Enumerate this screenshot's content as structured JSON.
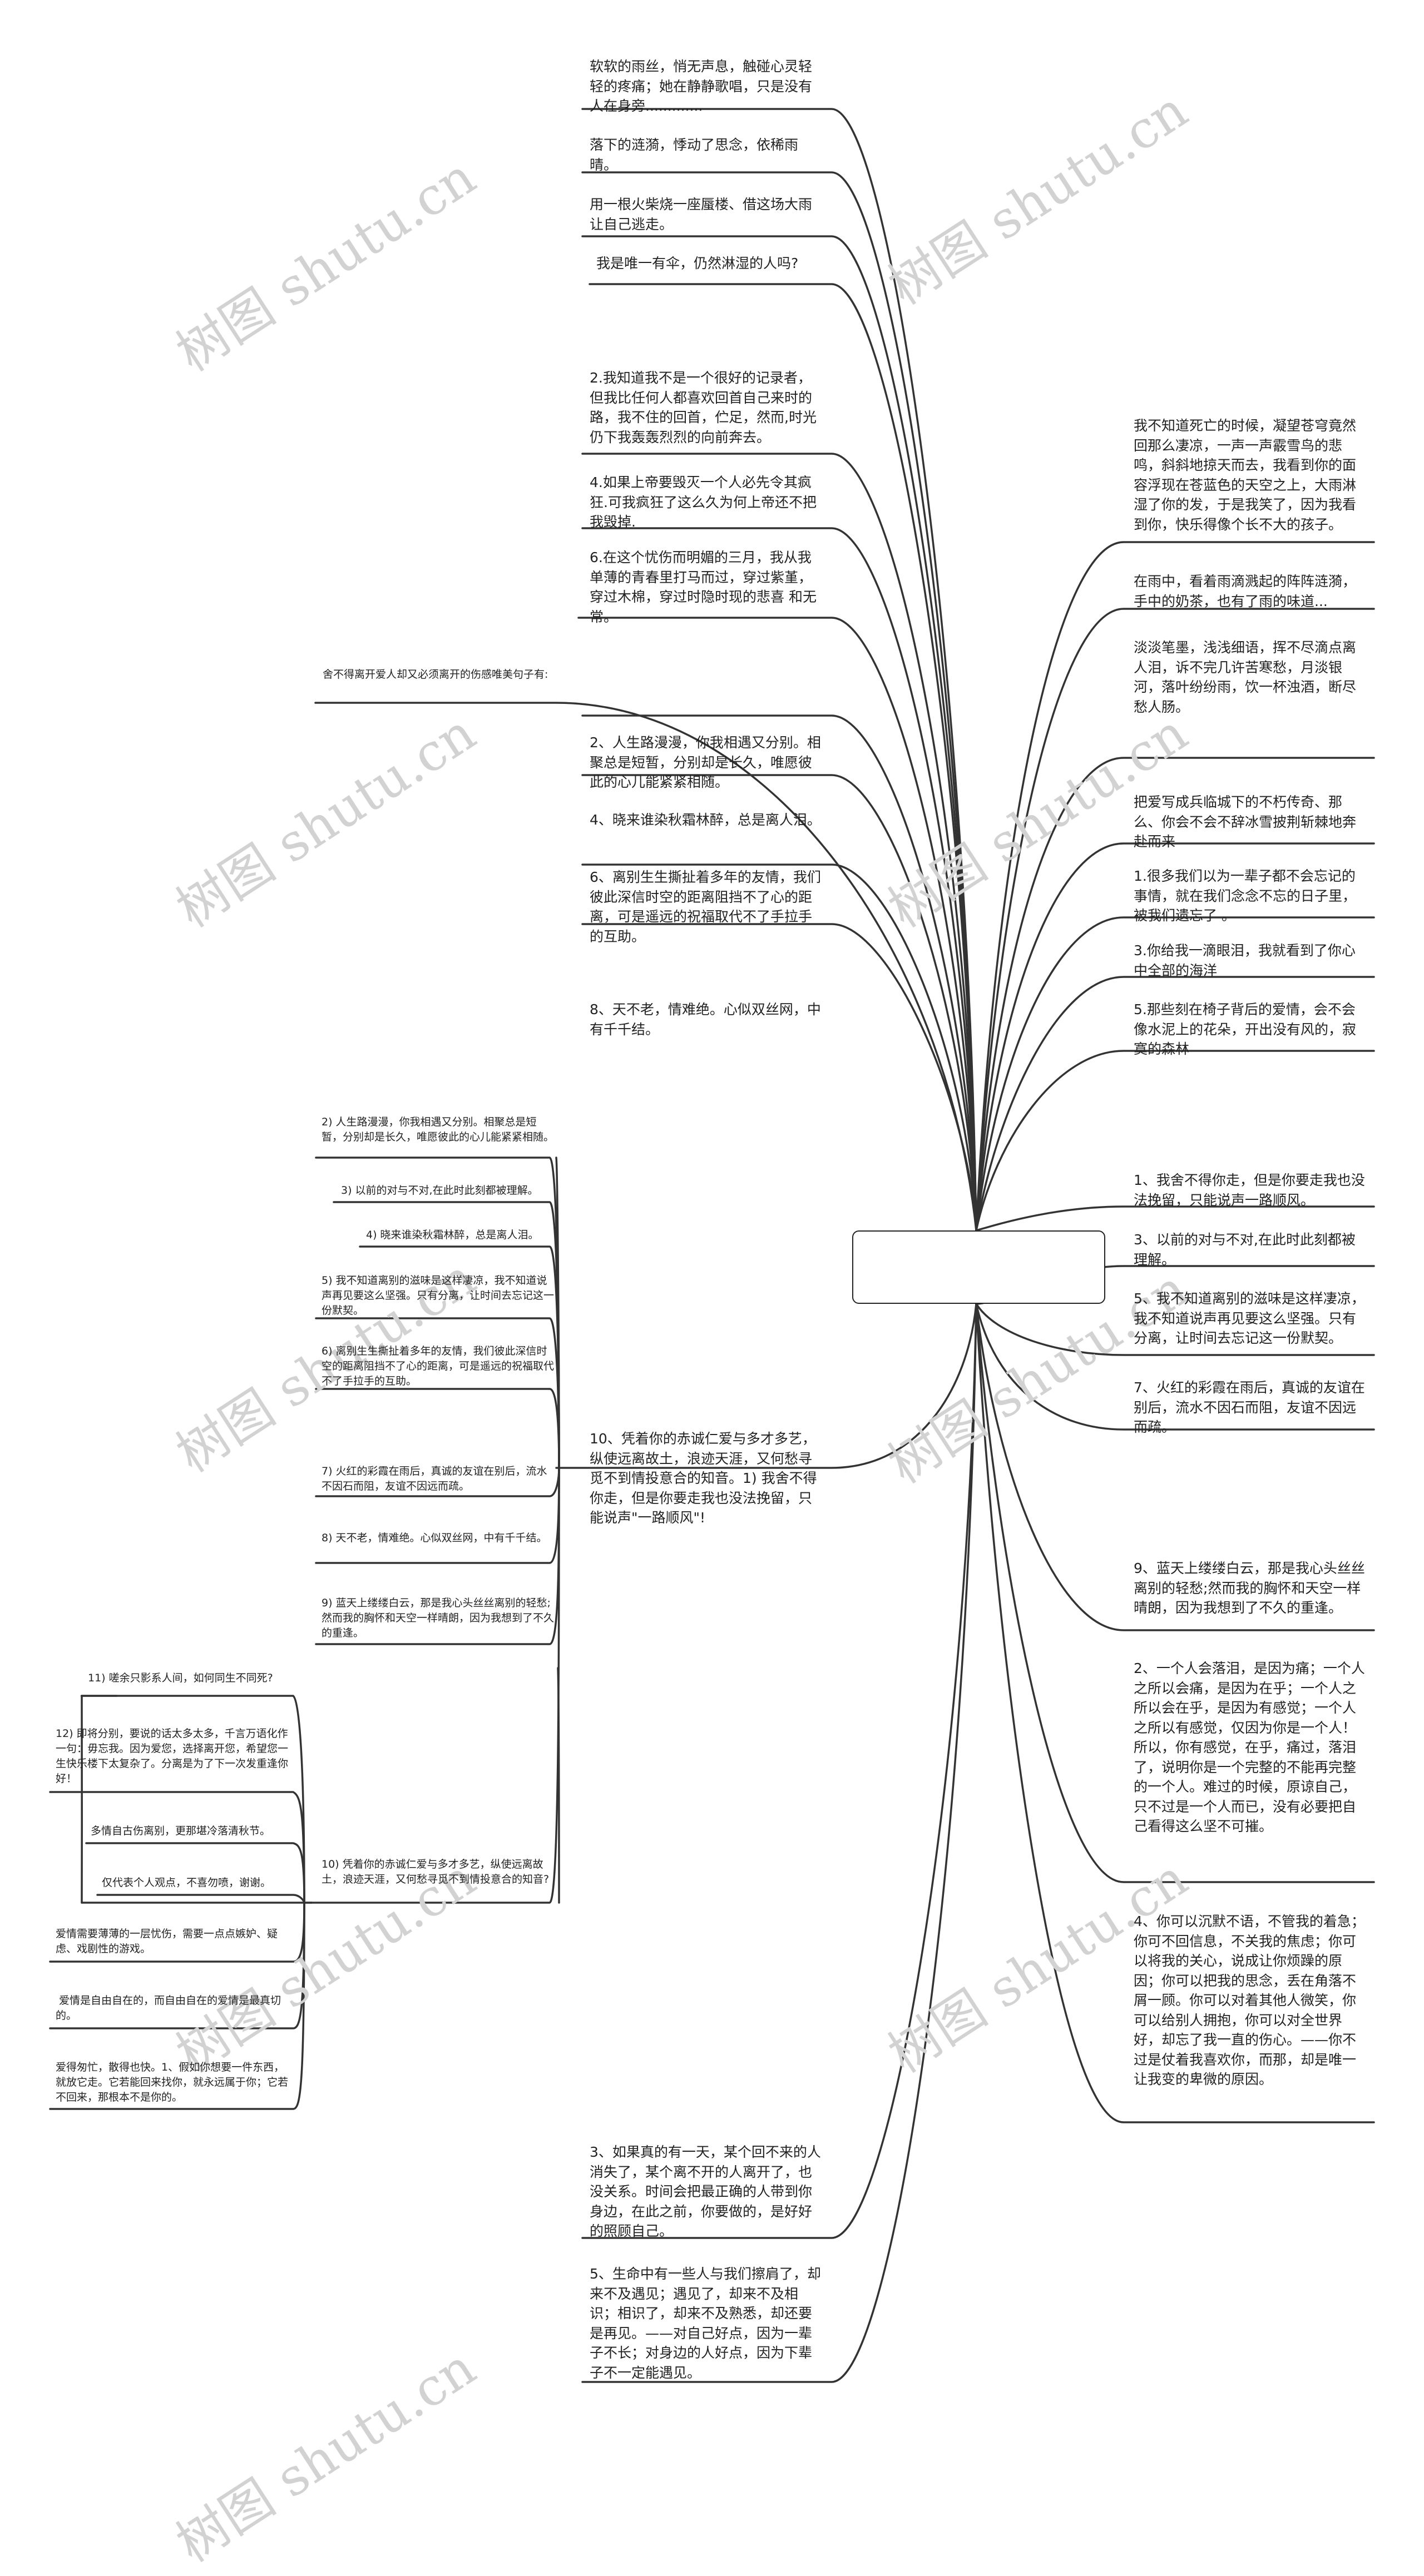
{
  "watermark": "树图 shutu.cn",
  "colors": {
    "line": "#333333",
    "text": "#222222",
    "watermark": "#d2d2d2",
    "background": "#ffffff"
  },
  "center": {
    "label": ""
  },
  "left_upper_branch": [
    "软软的雨丝，悄无声息，触碰心灵轻轻的疼痛；她在静静歌唱，只是没有人在身旁.............",
    "落下的涟漪，悸动了思念，依稀雨晴。",
    "用一根火柴烧一座蜃楼、借这场大雨让自己逃走。",
    "我是唯一有伞，仍然淋湿的人吗?",
    "2.我知道我不是一个很好的记录者，但我比任何人都喜欢回首自己来时的路，我不住的回首，伫足，然而,时光仍下我轰轰烈烈的向前奔去。",
    "4.如果上帝要毁灭一个人必先令其疯狂.可我疯狂了这么久为何上帝还不把我毁掉.",
    "6.在这个忧伤而明媚的三月，我从我单薄的青春里打马而过，穿过紫堇，穿过木棉，穿过时隐时现的悲喜 和无常。",
    "2、人生路漫漫，你我相遇又分别。相聚总是短暂，分别却是长久，唯愿彼此的心儿能紧紧相随。",
    "4、晓来谁染秋霜林醉，总是离人泪。",
    "6、离别生生撕扯着多年的友情，我们彼此深信时空的距离阻挡不了心的距离，可是遥远的祝福取代不了手拉手的互助。",
    "8、天不老，情难绝。心似双丝网，中有千千结。"
  ],
  "left_title_node": "舍不得离开爱人却又必须离开的伤感唯美句子有:",
  "left_mid_node": "10、凭着你的赤诚仁爱与多才多艺，纵使远离故土，浪迹天涯，又何愁寻觅不到情投意合的知音。1) 我舍不得你走，但是你要走我也没法挽留，只能说声\"一路顺风\"!",
  "left_mid_children": [
    "2) 人生路漫漫，你我相遇又分别。相聚总是短暂，分别却是长久，唯愿彼此的心儿能紧紧相随。",
    "3) 以前的对与不对,在此时此刻都被理解。",
    "4) 晓来谁染秋霜林醉，总是离人泪。",
    "5) 我不知道离别的滋味是这样凄凉，我不知道说声再见要这么坚强。只有分离，让时间去忘记这一份默契。",
    "6) 离别生生撕扯着多年的友情，我们彼此深信时空的距离阻挡不了心的距离，可是遥远的祝福取代不了手拉手的互助。",
    "7) 火红的彩霞在雨后，真诚的友谊在别后，流水不因石而阻，友谊不因远而疏。",
    "8) 天不老，情难绝。心似双丝网，中有千千结。",
    "9) 蓝天上缕缕白云，那是我心头丝丝离别的轻愁;然而我的胸怀和天空一样晴朗，因为我想到了不久的重逢。",
    "10) 凭着你的赤诚仁爱与多才多艺，纵使远离故土，浪迹天涯，又何愁寻觅不到情投意合的知音?"
  ],
  "left_lower_children": [
    "11) 嗟余只影系人间，如何同生不同死?",
    "12) 即将分别，要说的话太多太多，千言万语化作一句：毋忘我。因为爱您，选择离开您，希望您一生快乐楼下太复杂了。分离是为了下一次发重逢你好！",
    "多情自古伤离别，更那堪冷落清秋节。",
    "仅代表个人观点，不喜勿喷，谢谢。",
    "爱情需要薄薄的一层忧伤，需要一点点嫉妒、疑虑、戏剧性的游戏。",
    " 爱情是自由自在的，而自由自在的爱情是最真切的。",
    "爱得匆忙，散得也快。1、假如你想要一件东西，就放它走。它若能回来找你，就永远属于你；它若不回来，那根本不是你的。"
  ],
  "left_bottom_branch": [
    "3、如果真的有一天，某个回不来的人消失了，某个离不开的人离开了，也没关系。时间会把最正确的人带到你身边，在此之前，你要做的，是好好的照顾自己。",
    "5、生命中有一些人与我们擦肩了，却来不及遇见；遇见了，却来不及相识；相识了，却来不及熟悉，却还要是再见。——对自己好点，因为一辈子不长；对身边的人好点，因为下辈子不一定能遇见。"
  ],
  "right_branch": [
    "我不知道死亡的时候，凝望苍穹竟然回那么凄凉，一声一声霰雪鸟的悲鸣，斜斜地掠天而去，我看到你的面容浮现在苍蓝色的天空之上，大雨淋湿了你的发，于是我笑了，因为我看到你，快乐得像个长不大的孩子。",
    "在雨中，看着雨滴溅起的阵阵涟漪，手中的奶茶，也有了雨的味道...",
    "淡淡笔墨，浅浅细语，挥不尽滴点离人泪，诉不完几许苦寒愁，月淡银河，落叶纷纷雨，饮一杯浊酒，断尽愁人肠。",
    "把爱写成兵临城下的不朽传奇、那么、你会不会不辞冰雪披荆斩棘地奔赴而来",
    "1.很多我们以为一辈子都不会忘记的事情，就在我们念念不忘的日子里，被我们遗忘了 。",
    "3.你给我一滴眼泪，我就看到了你心中全部的海洋",
    "5.那些刻在椅子背后的爱情，会不会像水泥上的花朵，开出没有风的，寂寞的森林",
    "1、我舍不得你走，但是你要走我也没法挽留，只能说声一路顺风。",
    "3、以前的对与不对,在此时此刻都被理解。",
    "5、我不知道离别的滋味是这样凄凉，我不知道说声再见要这么坚强。只有分离，让时间去忘记这一份默契。",
    "7、火红的彩霞在雨后，真诚的友谊在别后，流水不因石而阻，友谊不因远而疏。",
    "9、蓝天上缕缕白云，那是我心头丝丝离别的轻愁;然而我的胸怀和天空一样晴朗，因为我想到了不久的重逢。",
    "2、一个人会落泪，是因为痛；一个人之所以会痛，是因为在乎；一个人之所以会在乎，是因为有感觉；一个人之所以有感觉，仅因为你是一个人！所以，你有感觉，在乎，痛过，落泪了，说明你是一个完整的不能再完整的一个人。难过的时候，原谅自己，只不过是一个人而已，没有必要把自己看得这么坚不可摧。",
    "4、你可以沉默不语，不管我的着急；你可不回信息，不关我的焦虑；你可以将我的关心，说成让你烦躁的原因；你可以把我的思念，丢在角落不屑一顾。你可以对着其他人微笑，你可以给别人拥抱，你可以对全世界好，却忘了我一直的伤心。——你不过是仗着我喜欢你，而那，却是唯一让我变的卑微的原因。"
  ]
}
